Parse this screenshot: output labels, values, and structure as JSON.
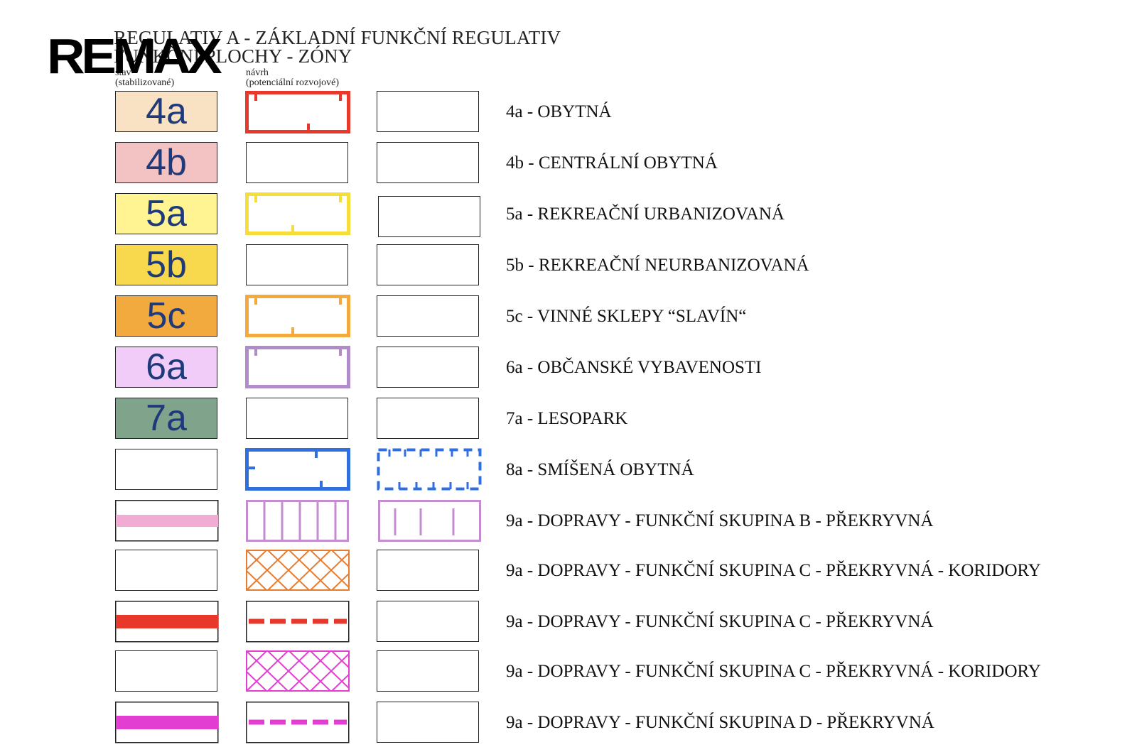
{
  "logo": "REMAX",
  "header": {
    "title_line1": "REGULATIV A - ZÁKLADNÍ FUNKČNÍ REGULATIV",
    "title_line2": "FUNKČNÍ PLOCHY - ZÓNY"
  },
  "columns": {
    "existing_short": "stav",
    "existing_note": "(stabilizované)",
    "proposal_short": "návrh",
    "proposal_note": "(potenciální rozvojové)"
  },
  "rows": [
    {
      "code": "4a",
      "fill": "#f9e1c3",
      "label": "4a - OBYTNÁ"
    },
    {
      "code": "4b",
      "fill": "#f3c2c3",
      "label": "4b - CENTRÁLNÍ OBYTNÁ"
    },
    {
      "code": "5a",
      "fill": "#fff491",
      "label": "5a - REKREAČNÍ URBANIZOVANÁ"
    },
    {
      "code": "5b",
      "fill": "#f8d94e",
      "label": "5b - REKREAČNÍ NEURBANIZOVANÁ"
    },
    {
      "code": "5c",
      "fill": "#f2a93d",
      "label": "5c - VINNÉ SKLEPY “SLAVÍN“"
    },
    {
      "code": "6a",
      "fill": "#f2ccf8",
      "label": "6a - OBČANSKÉ VYBAVENOSTI"
    },
    {
      "code": "7a",
      "fill": "#7fa38b",
      "label": "7a - LESOPARK"
    },
    {
      "code": "",
      "fill": "",
      "label": "8a - SMÍŠENÁ OBYTNÁ"
    },
    {
      "code": "",
      "fill": "",
      "label": "9a - DOPRAVY - FUNKČNÍ SKUPINA B - PŘEKRYVNÁ"
    },
    {
      "code": "",
      "fill": "",
      "label": "9a - DOPRAVY - FUNKČNÍ SKUPINA C - PŘEKRYVNÁ - KORIDORY"
    },
    {
      "code": "",
      "fill": "",
      "label": "9a - DOPRAVY - FUNKČNÍ SKUPINA C - PŘEKRYVNÁ"
    },
    {
      "code": "",
      "fill": "",
      "label": "9a - DOPRAVY - FUNKČNÍ SKUPINA C - PŘEKRYVNÁ - KORIDORY"
    },
    {
      "code": "",
      "fill": "",
      "label": "9a - DOPRAVY - FUNKČNÍ SKUPINA D - PŘEKRYVNÁ"
    }
  ],
  "colors": {
    "code_text": "#1f3a7a",
    "red": "#e8382b",
    "yellow": "#f5dd3a",
    "orange": "#f2a93d",
    "purple": "#b08cc9",
    "blue": "#2f6fe0",
    "pink_light": "#f0acd3",
    "lilac": "#c48dd0",
    "orange_hatch": "#e87c2e",
    "magenta": "#e23fd2"
  }
}
